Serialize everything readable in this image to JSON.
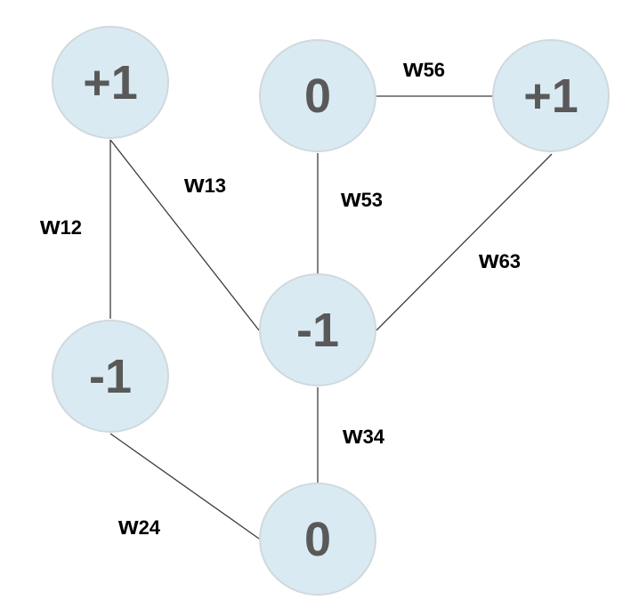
{
  "graph": {
    "type": "undirected-weighted-graph",
    "colors": {
      "node_fill": "#daeaf2",
      "node_border": "#cfd9de",
      "node_text": "#595959",
      "edge_line": "#3d3d3d",
      "label_text": "#000000",
      "background": "#ffffff"
    },
    "nodes": [
      {
        "id": "1",
        "value": "+1"
      },
      {
        "id": "5",
        "value": "0"
      },
      {
        "id": "6",
        "value": "+1"
      },
      {
        "id": "3",
        "value": "-1"
      },
      {
        "id": "2",
        "value": "-1"
      },
      {
        "id": "4",
        "value": "0"
      }
    ],
    "edges": [
      {
        "from": "1",
        "to": "2",
        "label": "w",
        "sub": "12"
      },
      {
        "from": "1",
        "to": "3",
        "label": "w",
        "sub": "13"
      },
      {
        "from": "5",
        "to": "3",
        "label": "w",
        "sub": "53"
      },
      {
        "from": "5",
        "to": "6",
        "label": "w",
        "sub": "56"
      },
      {
        "from": "6",
        "to": "3",
        "label": "w",
        "sub": "63"
      },
      {
        "from": "3",
        "to": "4",
        "label": "w",
        "sub": "34"
      },
      {
        "from": "2",
        "to": "4",
        "label": "w",
        "sub": "24"
      }
    ]
  }
}
